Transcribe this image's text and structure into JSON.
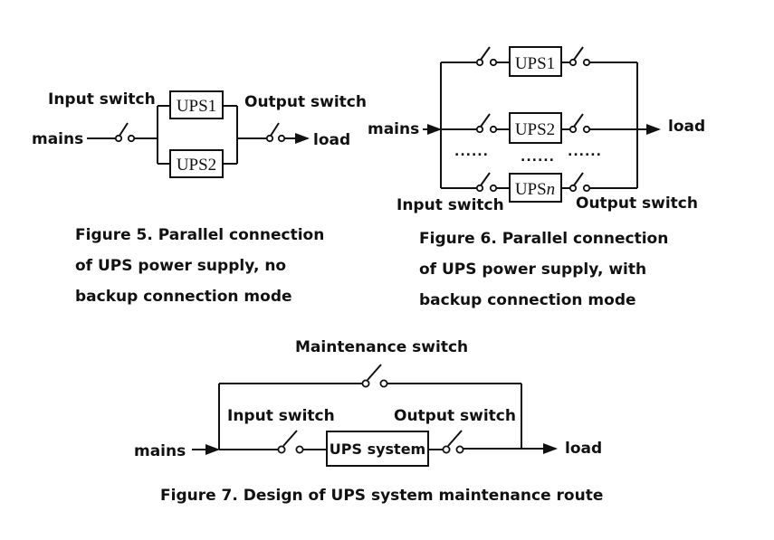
{
  "figure5": {
    "labels": {
      "input_switch": "Input switch",
      "output_switch": "Output switch",
      "mains": "mains",
      "load": "load"
    },
    "units": [
      "UPS1",
      "UPS2"
    ],
    "caption": [
      "Figure 5. Parallel connection",
      "of UPS power supply, no",
      "backup connection mode"
    ]
  },
  "figure6": {
    "labels": {
      "input_switch": "Input switch",
      "output_switch": "Output switch",
      "mains": "mains",
      "load": "load"
    },
    "units": [
      "UPS1",
      "UPS2",
      "UPSn"
    ],
    "ellipsis": "......",
    "caption": [
      "Figure 6. Parallel connection",
      "of UPS power supply, with",
      "backup connection mode"
    ]
  },
  "figure7": {
    "labels": {
      "maintenance_switch": "Maintenance switch",
      "input_switch": "Input switch",
      "output_switch": "Output switch",
      "mains": "mains",
      "load": "load"
    },
    "unit": "UPS system",
    "caption": "Figure 7. Design of UPS system maintenance route"
  }
}
